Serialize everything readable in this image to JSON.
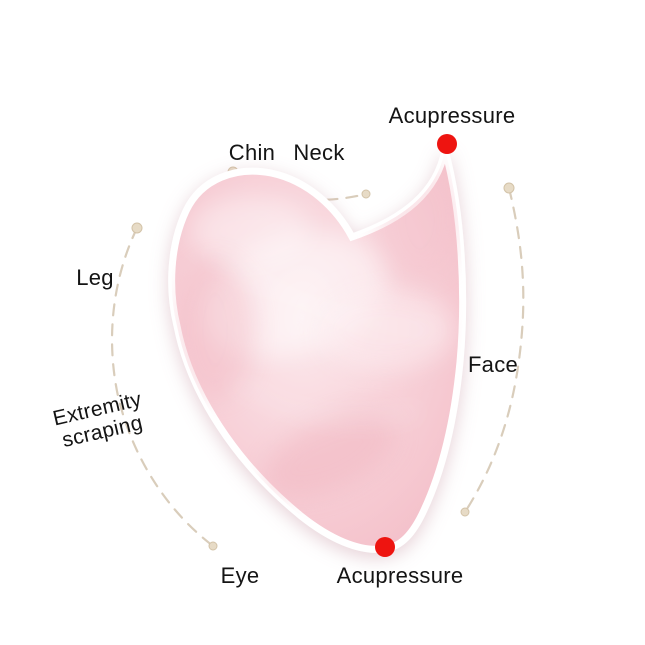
{
  "image": {
    "title": "gua-sha-tool-usage-diagram",
    "labels": {
      "chin": "Chin",
      "neck": "Neck",
      "acupressure_top": "Acupressure",
      "leg": "Leg",
      "face": "Face",
      "extremity_line1": "Extremity",
      "extremity_line2": "scraping",
      "eye": "Eye",
      "acupressure_bottom": "Acupressure"
    },
    "colors": {
      "background": "#ffffff",
      "text": "#141414",
      "stone_base": "#f3bcc6",
      "stone_mid": "#f8d3da",
      "stone_light": "#fcebee",
      "dot_red": "#ee1410",
      "dash": "#d9cdbb",
      "dot_beige": "#e7dbc6"
    }
  }
}
